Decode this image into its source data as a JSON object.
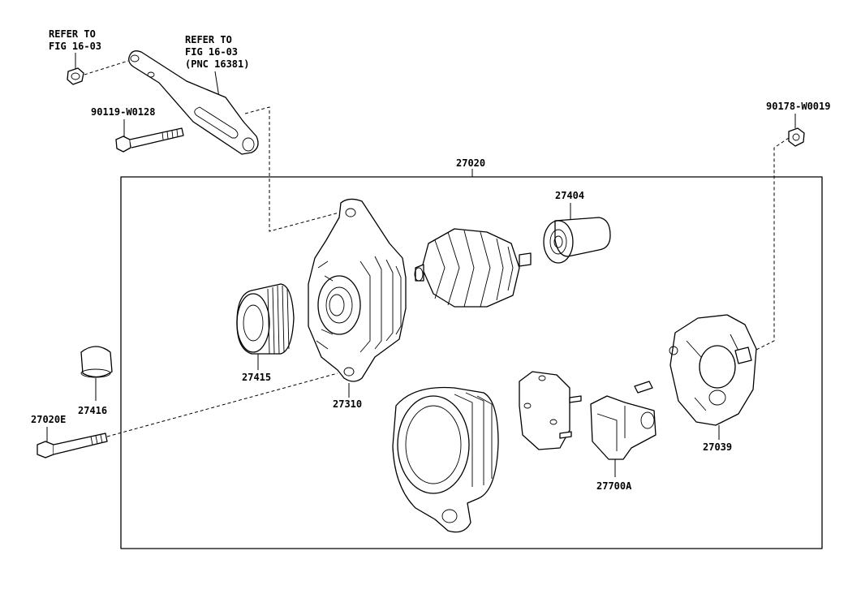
{
  "labels": {
    "refer_nut": [
      "REFER TO",
      "FIG 16-03"
    ],
    "refer_bracket": [
      "REFER TO",
      "FIG 16-03",
      "(PNC 16381)"
    ],
    "bolt_bracket": "90119-W0128",
    "nut_terminal": "90178-W0019",
    "assembly": "27020",
    "bearing_retainer": "27404",
    "pulley": "27415",
    "drive_frame": "27310",
    "cap": "27416",
    "through_bolt": "27020E",
    "rear_cover": "27039",
    "regulator": "27700A"
  }
}
